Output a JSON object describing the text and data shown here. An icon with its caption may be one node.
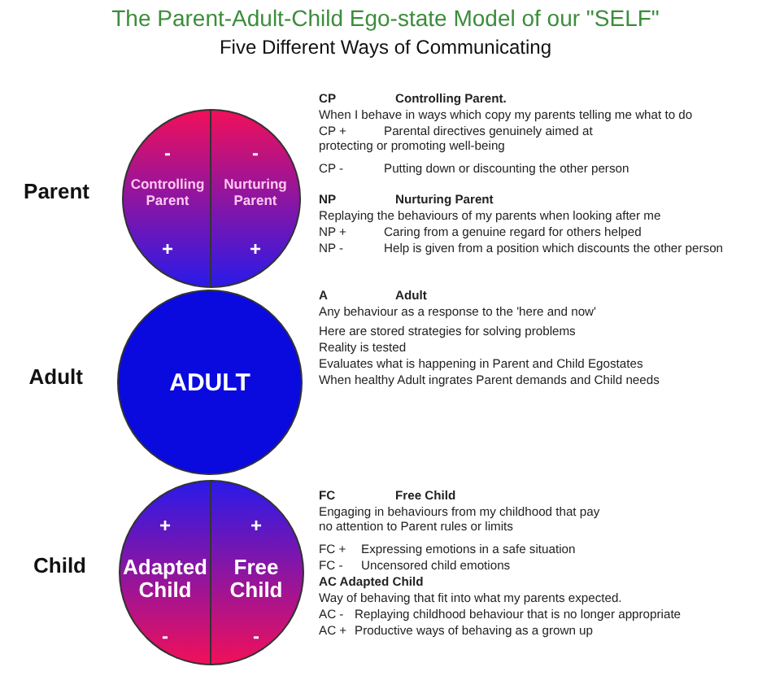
{
  "diagram": {
    "title": "The Parent-Adult-Child Ego-state Model of our \"SELF\"",
    "nodes": [
      {
        "text": [],
        "shape": "circle",
        "beside": [
          "Parent"
        ]
      },
      {
        "text": [
          "-",
          "Controlling Parent",
          "+"
        ],
        "in": 0
      },
      {
        "text": [
          "-",
          "Nurturing Parent",
          "+"
        ],
        "in": 0
      },
      {
        "text": [
          "ADULT"
        ],
        "beside": [
          "Adult"
        ]
      },
      {
        "text": [],
        "shape": "circle",
        "beside": [
          "Child"
        ]
      },
      {
        "text": [
          "+",
          "Adapted Child",
          "-"
        ],
        "in": 4
      },
      {
        "text": [
          "+",
          "Free Child",
          "-"
        ],
        "in": 4
      }
    ],
    "edges": [],
    "labels": [
      "Five Different Ways of Communicating",
      "CP",
      "Controlling Parent.",
      "When I behave in ways which copy my parents telling me what to do",
      "CP +",
      "Parental directives genuinely aimed at protecting or promoting well-being",
      "CP -",
      "Putting down or discounting the other person",
      "NP",
      "Nurturing Parent",
      "Replaying the behaviours of my parents when looking after me",
      "NP +",
      "Caring from a genuine regard for others helped",
      "NP -",
      "Help is given from a position which discounts the other person",
      "A",
      "Adult",
      "Any behaviour as a response to the 'here and now'",
      "Here are stored strategies for solving problems",
      "Reality is tested",
      "Evaluates what is happening in Parent and Child Egostates",
      "When healthy Adult ingrates Parent demands and Child needs",
      "FC",
      "Free Child",
      "Engaging in behaviours from my childhood that pay no attention to Parent rules or limits",
      "FC +",
      "Expressing emotions in a safe situation",
      "FC -",
      "Uncensored child emotions",
      "AC Adapted Child",
      "Way of behaving that fit into what my parents expected.",
      "AC -",
      "Replaying childhood behaviour that is no longer appropriate",
      "AC +",
      "Productive ways of behaving as a grown up"
    ]
  }
}
